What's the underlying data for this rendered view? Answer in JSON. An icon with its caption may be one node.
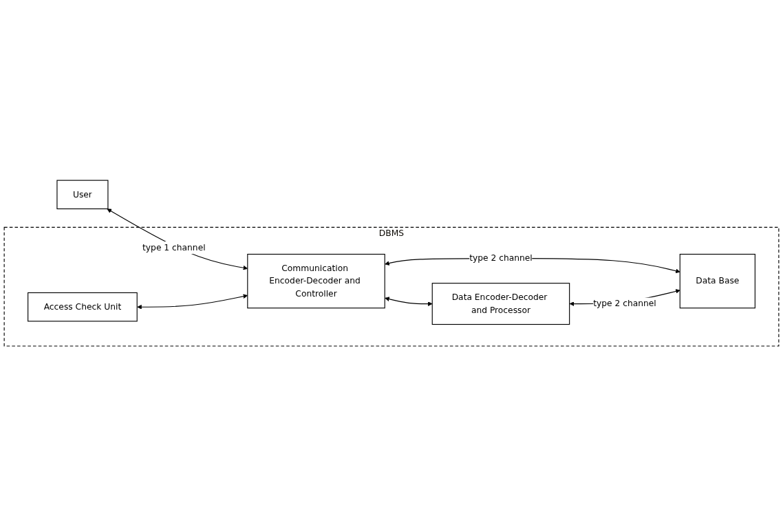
{
  "diagram": {
    "nodes": [
      {
        "text": [
          "DBMS"
        ]
      },
      {
        "text": [
          "User"
        ]
      },
      {
        "text": [
          "Access Check Unit"
        ],
        "in": 0
      },
      {
        "text": [
          "Communication Encoder-Decoder and Controller"
        ],
        "in": 0
      },
      {
        "text": [
          "Data Encoder-Decoder and Processor"
        ],
        "in": 0
      },
      {
        "text": [
          "Data Base"
        ],
        "in": 0
      }
    ],
    "edges": [
      {
        "from": 1,
        "to": 3,
        "arrow": "both",
        "label": "type 1 channel"
      },
      {
        "from": 2,
        "to": 3,
        "arrow": "both"
      },
      {
        "from": 3,
        "to": 5,
        "arrow": "both",
        "label": "type 2 channel"
      },
      {
        "from": 3,
        "to": 4,
        "arrow": "both"
      },
      {
        "from": 4,
        "to": 5,
        "arrow": "both",
        "label": "type 2 channel"
      }
    ]
  }
}
